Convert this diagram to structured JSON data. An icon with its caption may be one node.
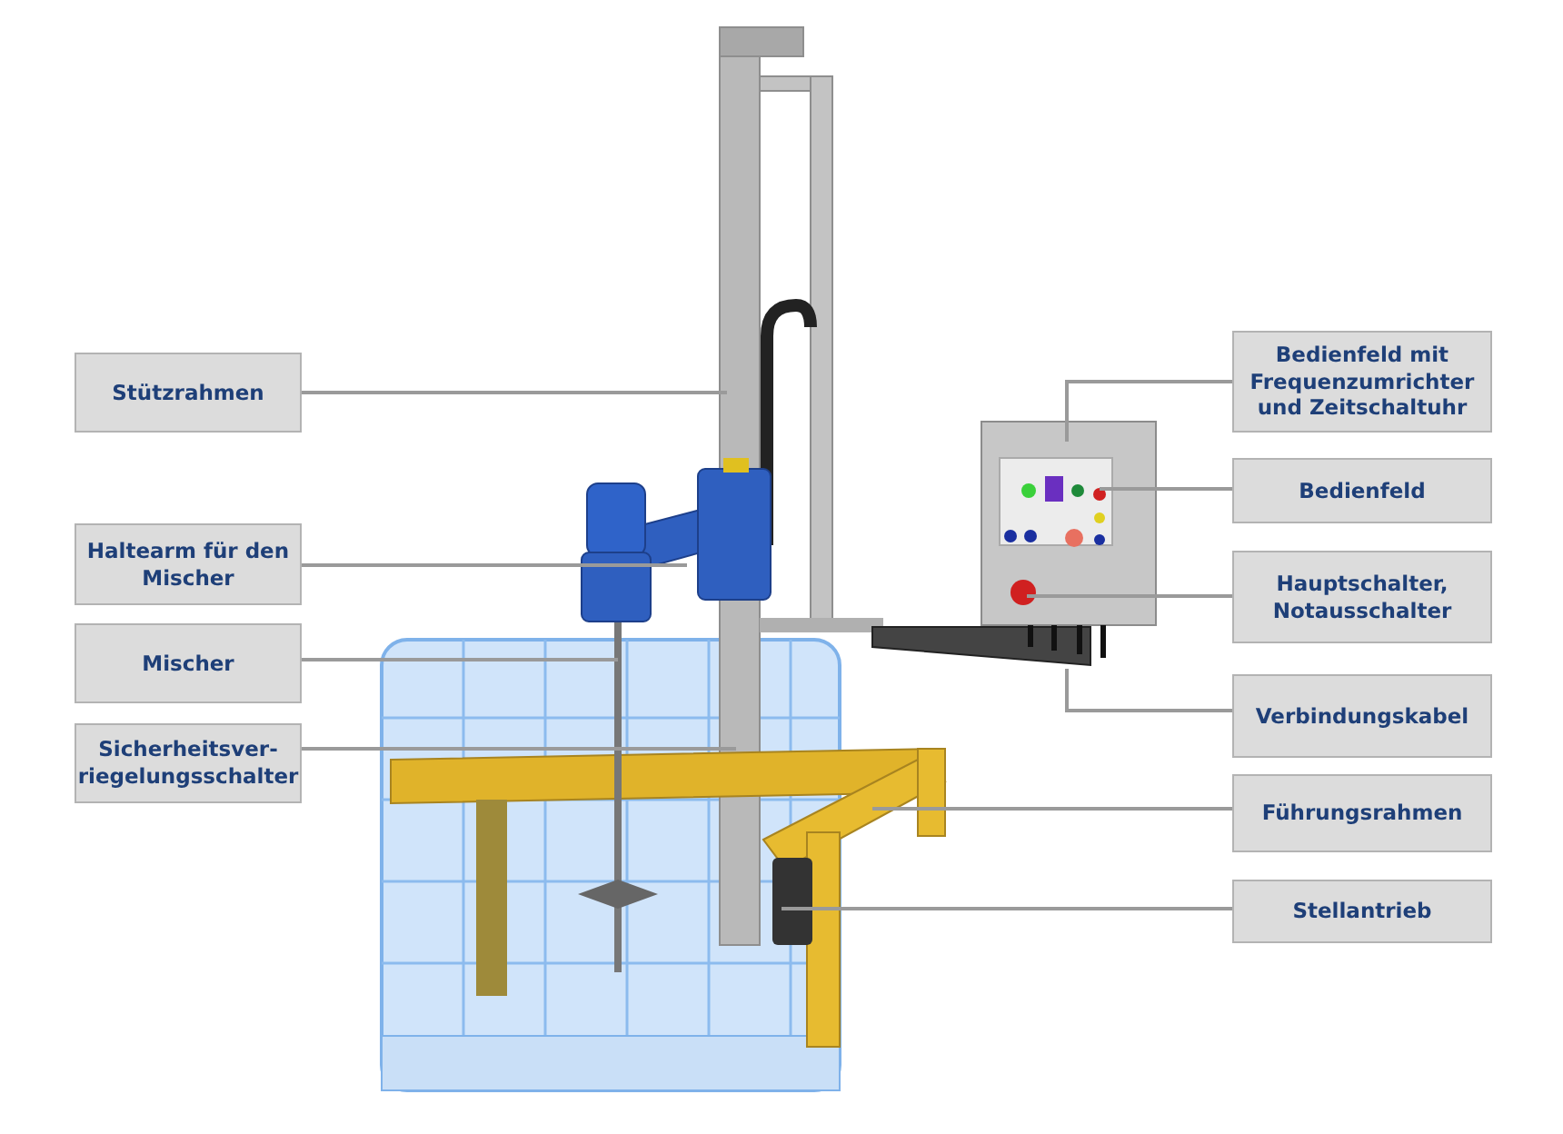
{
  "diagram": {
    "nodes": [
      {
        "text": [
          "Bedienfeld mit Frequenzumrichter und Zeitschaltuhr"
        ]
      },
      {
        "text": [
          "Stützrahmen"
        ]
      },
      {
        "text": [
          "Bedienfeld"
        ]
      },
      {
        "text": [
          "Haltearm für den Mischer"
        ]
      },
      {
        "text": [
          "Hauptschalter, Notausschalter"
        ]
      },
      {
        "text": [
          "Mischer"
        ]
      },
      {
        "text": [
          "Verbindungskabel"
        ]
      },
      {
        "text": [
          "Sicherheitsver-riegelungsschalter"
        ]
      },
      {
        "text": [
          "Führungsrahmen"
        ]
      },
      {
        "text": [
          "Stellantrieb"
        ]
      }
    ],
    "edges": [
      {
        "from": 0,
        "to": null,
        "arrow": "none"
      },
      {
        "from": 1,
        "to": null,
        "arrow": "none"
      },
      {
        "from": 2,
        "to": null,
        "arrow": "none"
      },
      {
        "from": 3,
        "to": null,
        "arrow": "none"
      },
      {
        "from": 4,
        "to": null,
        "arrow": "none"
      },
      {
        "from": 5,
        "to": null,
        "arrow": "none"
      },
      {
        "from": 6,
        "to": null,
        "arrow": "none"
      },
      {
        "from": 7,
        "to": null,
        "arrow": "none"
      },
      {
        "from": 8,
        "to": null,
        "arrow": "none"
      },
      {
        "from": 9,
        "to": null,
        "arrow": "none"
      }
    ]
  }
}
